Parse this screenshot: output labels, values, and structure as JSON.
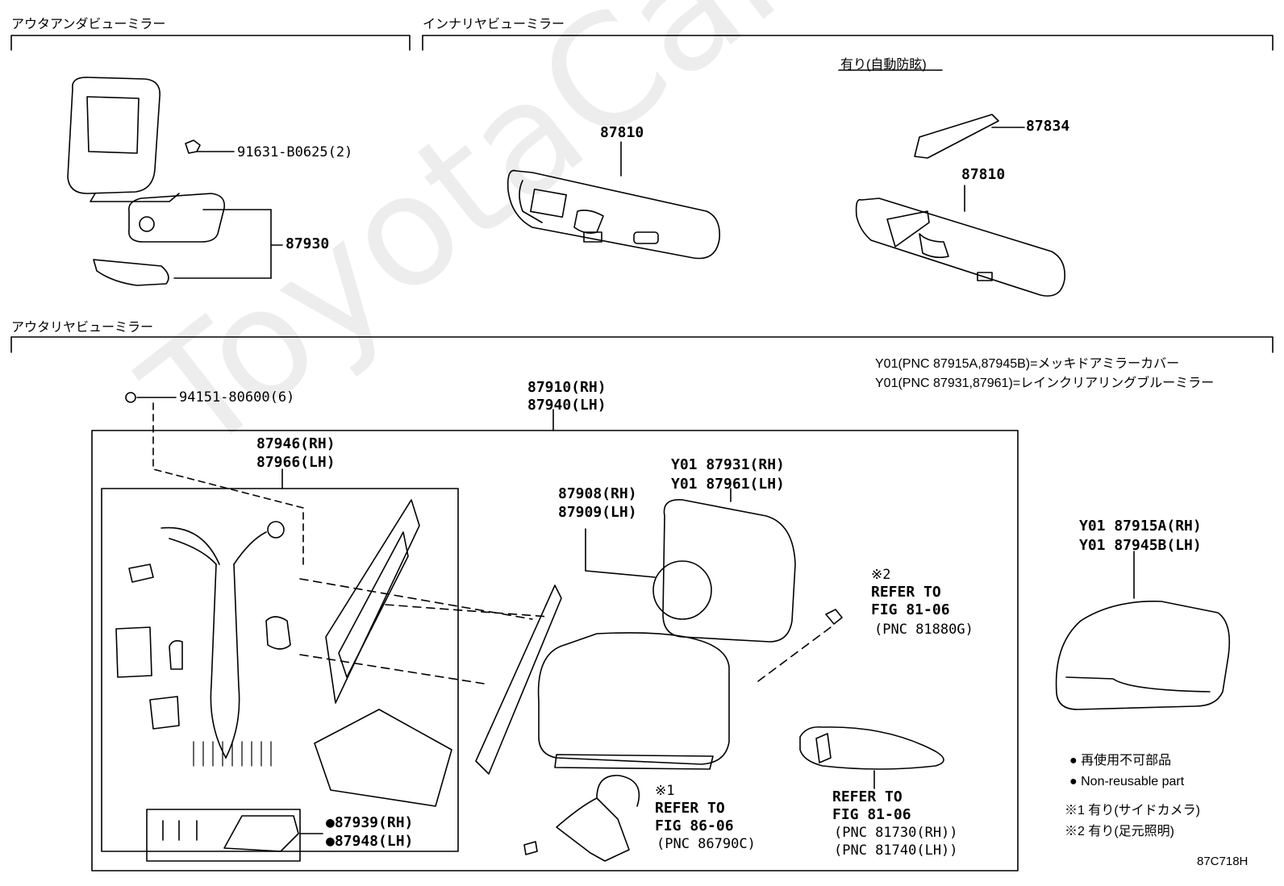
{
  "sections": {
    "outer_under": "アウタアンダビューミラー",
    "inner_rear": "インナリヤビューミラー",
    "outer_rear": "アウタリヤビューミラー"
  },
  "inner_variant_label": "有り(自動防眩)",
  "parts": {
    "p91631": "91631-B0625(2)",
    "p87930": "87930",
    "p87810_a": "87810",
    "p87834": "87834",
    "p87810_b": "87810",
    "p94151": "94151-80600(6)",
    "p87910": "87910(RH)",
    "p87940": "87940(LH)",
    "p87946": "87946(RH)",
    "p87966": "87966(LH)",
    "p87908": "87908(RH)",
    "p87909": "87909(LH)",
    "p87931": "Y01 87931(RH)",
    "p87961": "Y01 87961(LH)",
    "p87915A": "Y01 87915A(RH)",
    "p87945B": "Y01 87945B(LH)",
    "p87939": "●87939(RH)",
    "p87948": "●87948(LH)"
  },
  "variant_notes": [
    "Y01(PNC 87915A,87945B)=メッキドアミラーカバー",
    "Y01(PNC 87931,87961)=レインクリアリングブルーミラー"
  ],
  "refs": {
    "r1_mark": "※2",
    "r1_line1": "REFER TO",
    "r1_line2": "FIG 81-06",
    "r1_pnc": "(PNC 81880G)",
    "r2_mark": "※1",
    "r2_line1": "REFER TO",
    "r2_line2": "FIG 86-06",
    "r2_pnc": "(PNC 86790C)",
    "r3_line1": "REFER TO",
    "r3_line2": "FIG 81-06",
    "r3_pnc1": "(PNC 81730(RH))",
    "r3_pnc2": "(PNC 81740(LH))"
  },
  "legend": {
    "jp": "● 再使用不可部品",
    "en": "● Non-reusable part",
    "note1": "※1 有り(サイドカメラ)",
    "note2": "※2 有り(足元照明)"
  },
  "figure_code": "87C718H",
  "watermark": "ToyotaCarMine.ru"
}
